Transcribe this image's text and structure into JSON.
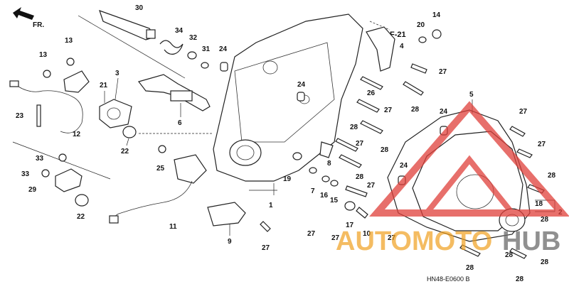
{
  "direction": {
    "label": "FR."
  },
  "ref_code": "F-21",
  "diagram_code": "HN48-E0600 B",
  "watermark": {
    "left": "AUTOMOTO",
    "right": "HUB",
    "color_red": "#e0403a",
    "color_gray": "#6b6b6b",
    "color_orange": "#f0a020"
  },
  "callouts": {
    "c30": "30",
    "c34": "34",
    "c32": "32",
    "c31": "31",
    "c24a": "24",
    "c13a": "13",
    "c13b": "13",
    "c3": "3",
    "c21": "21",
    "c12": "12",
    "c23": "23",
    "c22a": "22",
    "c6": "6",
    "c33a": "33",
    "c33b": "33",
    "c29": "29",
    "c22b": "22",
    "c25": "25",
    "c11": "11",
    "c9": "9",
    "c27a": "27",
    "c1": "1",
    "c19": "19",
    "c7": "7",
    "c8": "8",
    "c16": "16",
    "c15": "15",
    "c17": "17",
    "c10": "10",
    "c27b": "27",
    "c27c": "27",
    "c14": "14",
    "c20": "20",
    "c4": "4",
    "c27d": "27",
    "c28a": "28",
    "c26": "26",
    "c27e": "27",
    "c24b": "24",
    "c5": "5",
    "c27f": "27",
    "c27g": "27",
    "c28b": "28",
    "c28c": "28",
    "c28d": "28",
    "c24c": "24",
    "c27h": "27",
    "c28e": "28",
    "c2": "2",
    "c18": "18",
    "c28f": "28",
    "c28g": "28",
    "c28h": "28",
    "c27i": "27",
    "c28i": "28",
    "c28j": "28",
    "c27j": "27",
    "c24d": "24"
  }
}
